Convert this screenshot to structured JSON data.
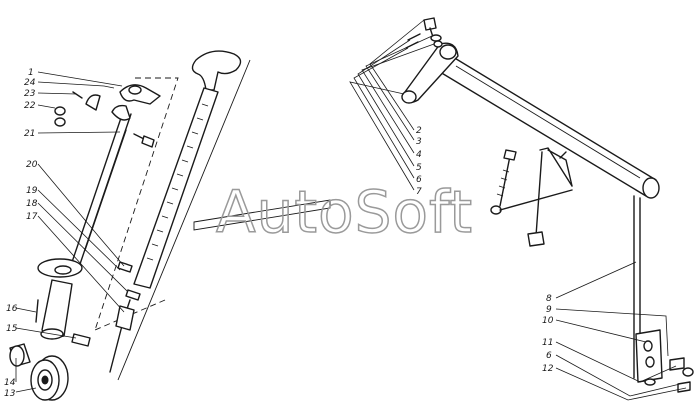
{
  "watermark": {
    "text": "AutoSoft"
  },
  "callouts": {
    "c1": "1",
    "c24": "24",
    "c23": "23",
    "c22": "22",
    "c21": "21",
    "c20": "20",
    "c19": "19",
    "c18": "18",
    "c17": "17",
    "c16": "16",
    "c15": "15",
    "c14": "14",
    "c13": "13",
    "r2": "2",
    "r3": "3",
    "r4": "4",
    "r5": "5",
    "r6": "6",
    "r7": "7",
    "b8": "8",
    "b9": "9",
    "b10": "10",
    "b11": "11",
    "b6": "6",
    "b12": "12"
  }
}
